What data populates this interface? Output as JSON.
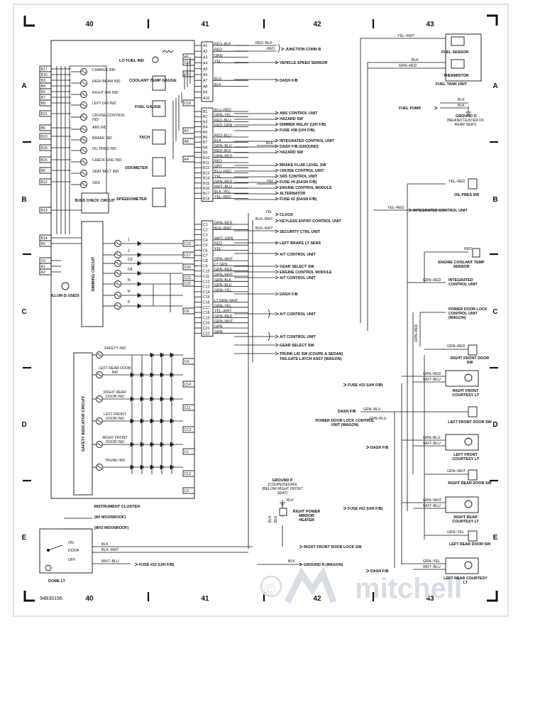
{
  "grid": {
    "top": [
      "40",
      "41",
      "42",
      "43"
    ],
    "bottom": [
      "40",
      "41",
      "42",
      "43"
    ],
    "left": [
      "A",
      "B",
      "C",
      "D",
      "E"
    ],
    "right": [
      "A",
      "B",
      "C",
      "D",
      "E"
    ]
  },
  "doc_id": "94B30156",
  "watermark": "mitchell",
  "watermark_copyright": "©",
  "cluster": {
    "title": "INSTRUMENT CLUSTER",
    "lo_fuel": "LO FUEL IND",
    "coolant": "COOLANT TEMP GAUGE",
    "fuel_gauge": "FUEL GAUGE",
    "tach": "TACH",
    "odometer": "ODOMETER",
    "speedometer": "SPEEDOMETER",
    "bulb_check": "BULB CHECK CIRCUIT",
    "dimming": "DIMMING CIRCUIT",
    "safety_circuit": "SAFETY INDICATOR CIRCUIT",
    "illum": "ILLUM (5 USED)",
    "left_pins": [
      "B17",
      "B16",
      "B3",
      "B4",
      "B2",
      "B7",
      "B8",
      "B11",
      "B5",
      "B10",
      "B18",
      "B15",
      "B6",
      "B12",
      "B13",
      "B14",
      "B9",
      "C6",
      "A1",
      "A2"
    ],
    "indicators": [
      "CHARGE IND",
      "HIGH BEAM IND",
      "RIGHT DIR IND",
      "LEFT DIR IND",
      "CRUISE CONTROL IND",
      "ABS IND",
      "BRAKE IND",
      "OIL PRES IND",
      "CHECK ENG IND",
      "SEAT BELT IND",
      "SRS"
    ],
    "gear_labels": [
      "1",
      "2",
      "D3",
      "D4",
      "N",
      "R",
      "P"
    ],
    "safety_items": [
      "SAFETY IND",
      "LEFT REAR DOOR IND",
      "RIGHT REAR DOOR IND",
      "LEFT FRONT DOOR IND",
      "RIGHT FRONT DOOR IND",
      "TRUNK IND"
    ],
    "right_pins_upper": [
      "A5",
      "C19",
      "C5",
      "C18",
      "A7",
      "A8",
      "A4"
    ],
    "right_pins_gear": [
      "C16",
      "C17",
      "C20",
      "C21",
      "C22",
      "C8"
    ],
    "right_pins_safety": [
      "C4",
      "C14",
      "C11",
      "C13",
      "C1",
      "C12",
      "C2"
    ]
  },
  "connector_a": {
    "pins": [
      "A1",
      "A2",
      "A3",
      "A4",
      "A5",
      "A6",
      "A7",
      "A8",
      "A9",
      "A10"
    ],
    "wires": [
      "RED–BLK",
      "RED",
      "ORG",
      "YEL",
      "",
      "",
      "BLU",
      "BLK",
      "",
      ""
    ]
  },
  "connector_b": {
    "pins": [
      "B1",
      "B2",
      "B3",
      "B4",
      "B5",
      "B6",
      "B7",
      "B8",
      "B9",
      "B10",
      "B11",
      "B12",
      "B13",
      "B14",
      "B15",
      "B16",
      "B17",
      "B18"
    ],
    "wires": [
      "BLU–RED",
      "GRN–YEL",
      "RED–BLU",
      "RED–GRN",
      "",
      "RED–BLU",
      "BLK",
      "GRN–BLU",
      "RED–BLK",
      "GRN–RED",
      "RED",
      "GRY",
      "BLU–RED",
      "YEL",
      "GRN–RED",
      "WHT–BLU",
      "BLK–YEL",
      "YEL–RED"
    ]
  },
  "connector_c": {
    "pins": [
      "C1",
      "C2",
      "C3",
      "C4",
      "C5",
      "C6",
      "C7",
      "C8",
      "C9",
      "C10",
      "C11",
      "C12",
      "C13",
      "C14",
      "C15",
      "C16",
      "C17",
      "C18",
      "C19",
      "C20",
      "C21",
      "C22"
    ],
    "wires": [
      "GRN–RED",
      "BLK–WHT",
      "",
      "WHT–GRN",
      "RED",
      "YEL",
      "",
      "GRN–WHT",
      "LT GRN",
      "GRN–RED",
      "GRN–WHT",
      "GRN–BLK",
      "GRN–BLU",
      "GRN–YEL",
      "",
      "LT GRN–WHT",
      "GRN–YEL",
      "YEL–WHT",
      "GRN–RED",
      "GRN–WHT",
      "GRN",
      "GRN"
    ]
  },
  "destinations": {
    "junction_b": "JUNCTION CONN B",
    "vss": "VEHICLE SPEED SENSOR",
    "dash_a": "DASH F/B",
    "b_group": [
      "ABS CONTROL UNIT",
      "HAZARD SW",
      "DIMMER RELAY (U/H F/B)",
      "FUSE #38 (U/H F/B)",
      "INTEGRATED CONTROL UNIT",
      "DASH F/B (GROUND)",
      "HAZARD SW",
      "BRAKE FLUID LEVEL SW",
      "CRUISE CONTROL UNIT",
      "SRS CONTROL UNIT",
      "FUSE #9 (DASH F/B)",
      "ENGINE CONTROL MODULE",
      "ALTERNATOR",
      "FUSE #2 (DASH F/B)"
    ],
    "clock": "CLOCK",
    "keyless": "KEYLESS ENTRY CONTROL UNIT",
    "security": "SECURITY CTRL UNIT",
    "left_brake": "LEFT BRAKE LT SENS",
    "at_1": "A/T CONTROL UNIT",
    "gear_sw": "GEAR SELECT SW",
    "ecm": "ENGINE CONTROL MODULE",
    "at_2": "A/T CONTROL UNIT",
    "dash_c": "DASH F/B",
    "at_3": "A/T CONTROL UNIT",
    "at_4": "A/T CONTROL UNIT",
    "gear_sw2": "GEAR SELECT SW",
    "trunk_lid": "TRUNK LID SW (COUPE & SEDAN)",
    "tailgate": "TAILGATE LATCH ASSY (WAGON)"
  },
  "right_side": {
    "fuel_sensor": "FUEL SENSOR",
    "thermistor": "THERMISTOR",
    "fuel_tank": "FUEL TANK UNIT",
    "fuel_pump": "FUEL PUMP",
    "ground_o": "GROUND O",
    "ground_o_note": "(BEHIND CENTER OF REAR SEAT)",
    "oil_pres": "OIL PRES SW",
    "integrated_1": "INTEGRATED CONTROL UNIT",
    "coolant_sensor": "ENGINE COOLANT TEMP SENSOR",
    "integrated_2": "INTEGRATED CONTROL UNIT",
    "power_door_lock": "POWER DOOR LOCK CONTROL UNIT (WAGON)",
    "rf_door_sw": "RIGHT FRONT DOOR SW",
    "fuse22_a": "FUSE #22 (U/H F/B)",
    "rf_courtesy": "RIGHT FRONT COURTESY LT",
    "dash_fb_a": "DASH F/B",
    "pdl_control": "POWER DOOR LOCK CONTROL UNIT (WAGON)",
    "lf_door_sw": "LEFT FRONT DOOR SW",
    "dash_fb_b": "DASH F/B",
    "lf_courtesy": "LEFT FRONT COURTESY LT",
    "rr_door_sw": "RIGHT REAR DOOR SW",
    "fuse22_b": "FUSE #22 (U/H F/B)",
    "rr_courtesy": "RIGHT REAR COURTESY LT",
    "lr_door_sw": "LEFT REAR DOOR SW",
    "dash_fb_c": "DASH F/B",
    "lr_courtesy": "LEFT REAR COURTESY LT",
    "wires": {
      "yel_wht": "YEL–WHT",
      "blk": "BLK",
      "grn_red": "GRN–RED",
      "yel_red": "YEL–RED",
      "red": "RED",
      "grn_blu": "GRN–BLU",
      "wht_blu": "WHT–BLU",
      "grn_wht": "GRN–WHT",
      "grn_yel": "GRN–YEL"
    }
  },
  "bottom": {
    "moonroof_w": "(W/ MOONROOF)",
    "moonroof_wo": "(W/O MOONROOF)",
    "on": "ON",
    "door": "DOOR",
    "off": "OFF",
    "dome": "DOME LT",
    "blk": "BLK",
    "blk_wht": "BLK–WHT",
    "wht_blu": "WHT–BLU",
    "fuse22": "FUSE #22 (U/H F/B)",
    "ground_p": "GROUND P",
    "ground_p_note1": "(COUPE/SEDAN)",
    "ground_p_note2": "(BELOW RIGHT FRONT SEAT)",
    "mirror": "RIGHT POWER MIRROR HEATER",
    "rf_lock": "RIGHT FRONT DOOR LOCK SW",
    "ground_r": "GROUND R (WAGON)"
  }
}
